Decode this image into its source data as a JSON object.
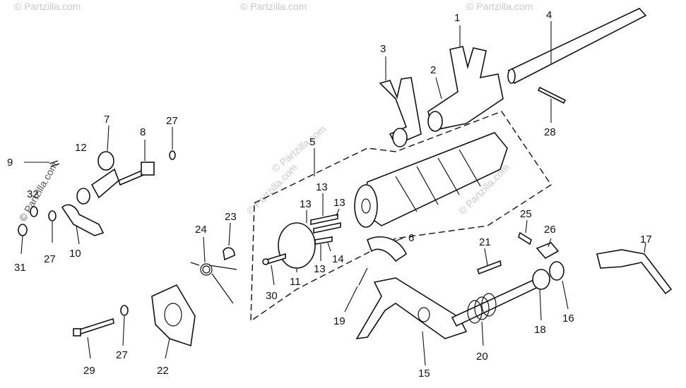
{
  "diagram": {
    "watermark": "© Partzilla.com",
    "callouts": [
      "1",
      "2",
      "3",
      "4",
      "5",
      "6",
      "7",
      "8",
      "9",
      "10",
      "11",
      "12",
      "13",
      "13",
      "13",
      "13",
      "14",
      "15",
      "16",
      "17",
      "18",
      "19",
      "20",
      "21",
      "22",
      "23",
      "24",
      "25",
      "26",
      "27",
      "27",
      "27",
      "28",
      "29",
      "30",
      "31",
      "32"
    ]
  }
}
